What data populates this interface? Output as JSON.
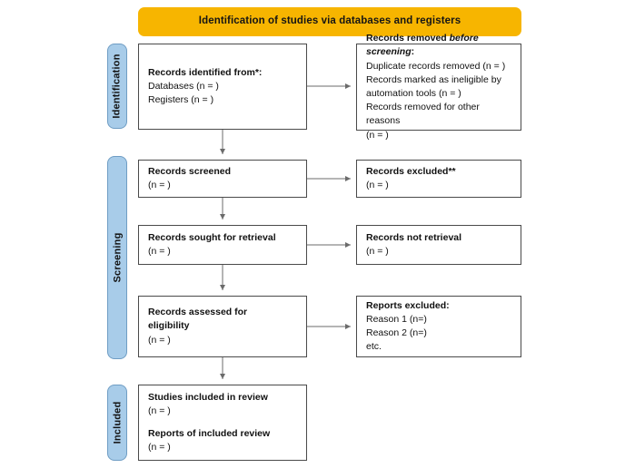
{
  "banner": {
    "title": "Identification of studies via databases and registers",
    "color": "#F7B500"
  },
  "stages": {
    "color": "#A8CCE9",
    "identification": "Identification",
    "screening": "Screening",
    "included": "Included"
  },
  "boxes": {
    "identified": {
      "heading": "Records identified from*:",
      "line1": "Databases (n = )",
      "line2": "Registers (n = )"
    },
    "removed": {
      "heading_a": "Records removed ",
      "heading_b": "before screening",
      "heading_c": ":",
      "line1": "Duplicate records removed  (n = )",
      "line2": "Records marked as ineligible by",
      "line3": "automation tools (n = )",
      "line4": "Records removed for other reasons",
      "line5": "(n = )"
    },
    "screened": {
      "heading": "Records screened",
      "line1": "(n = )"
    },
    "excluded": {
      "heading": "Records excluded**",
      "line1": "(n = )"
    },
    "sought": {
      "heading": "Records sought for retrieval",
      "line1": "(n = )"
    },
    "not_retrieved": {
      "heading": "Records not retrieval",
      "line1": "(n = )"
    },
    "assessed": {
      "heading_l1": "Records assessed for",
      "heading_l2": "eligibility",
      "line1": "(n = )"
    },
    "reports_excluded": {
      "heading": "Reports excluded:",
      "line1": "Reason 1 (n=)",
      "line2": "Reason 2 (n=)",
      "line3": "etc."
    },
    "included": {
      "heading1": "Studies included in review",
      "line1": "(n = )",
      "heading2": "Reports of included review",
      "line2": "(n = )"
    }
  }
}
